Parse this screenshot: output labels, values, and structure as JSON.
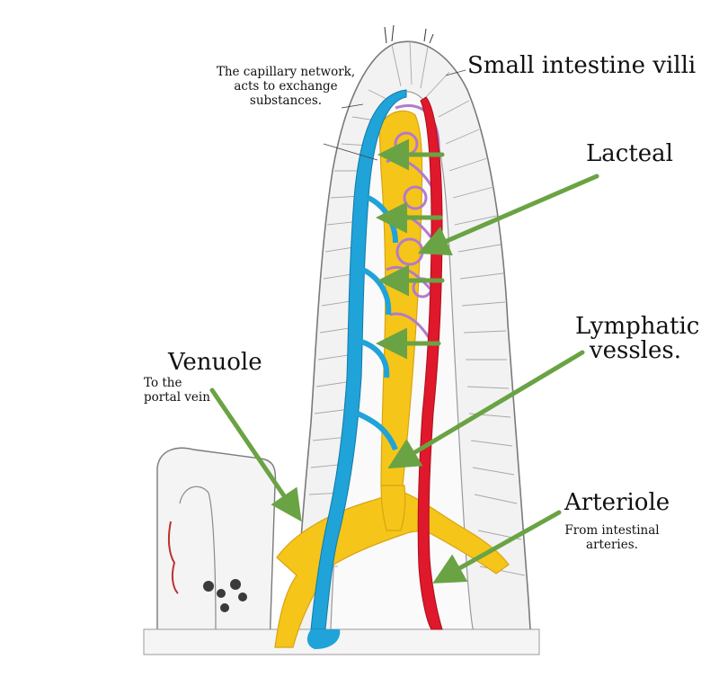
{
  "labels": {
    "title": "Small intestine villi",
    "capillary_note": "The capillary network, acts to exchange substances.",
    "lacteal": "Lacteal",
    "lymphatic": "Lymphatic vessles.",
    "venuole": "Venuole",
    "venuole_note": "To the portal vein",
    "arteriole": "Arteriole",
    "arteriole_note": "From intestinal arteries."
  },
  "colors": {
    "venous": "#1fa3d9",
    "arterial": "#e0182b",
    "lymph": "#f5c51a",
    "capillary_net": "#b37acb",
    "arrow": "#6aa343",
    "tissue_outline": "#7a7a7a",
    "tissue_fill": "#f2f2f2"
  }
}
